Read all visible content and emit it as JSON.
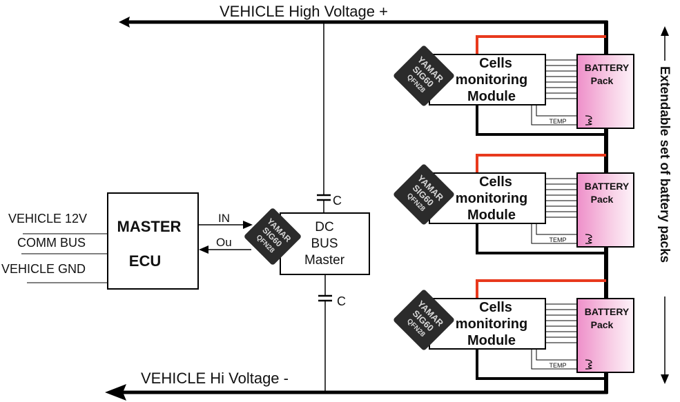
{
  "diagram": {
    "high_voltage_label": "VEHICLE High Voltage +",
    "low_voltage_label": "VEHICLE Hi Voltage -",
    "master_ecu": {
      "line1": "MASTER",
      "line2": "ECU",
      "inputs": [
        "VEHICLE 12V",
        "COMM BUS",
        "VEHICLE GND"
      ]
    },
    "links": {
      "in_label": "IN",
      "out_label": "Ou"
    },
    "dc_bus_master": {
      "line1": "DC",
      "line2": "BUS",
      "line3": "Master"
    },
    "capacitor_label": "C",
    "chip": {
      "line1": "YAMAR",
      "line2": "SIG60",
      "line3": "QFN28"
    },
    "modules": [
      {
        "line1": "Cells",
        "line2": "monitoring",
        "line3": "Module",
        "battery_line1": "BATTERY",
        "battery_line2": "Pack",
        "temp_label": "TEMP"
      },
      {
        "line1": "Cells",
        "line2": "monitoring",
        "line3": "Module",
        "battery_line1": "BATTERY",
        "battery_line2": "Pack",
        "temp_label": "TEMP"
      },
      {
        "line1": "Cells",
        "line2": "monitoring",
        "line3": "Module",
        "battery_line1": "BATTERY",
        "battery_line2": "Pack",
        "temp_label": "TEMP"
      }
    ],
    "side_label": "Extendable set of battery packs",
    "colors": {
      "wire": "#000000",
      "positive_wire": "#e8391d",
      "battery_fill": "#f2a6d3",
      "chip": "#2b2b2b"
    }
  }
}
